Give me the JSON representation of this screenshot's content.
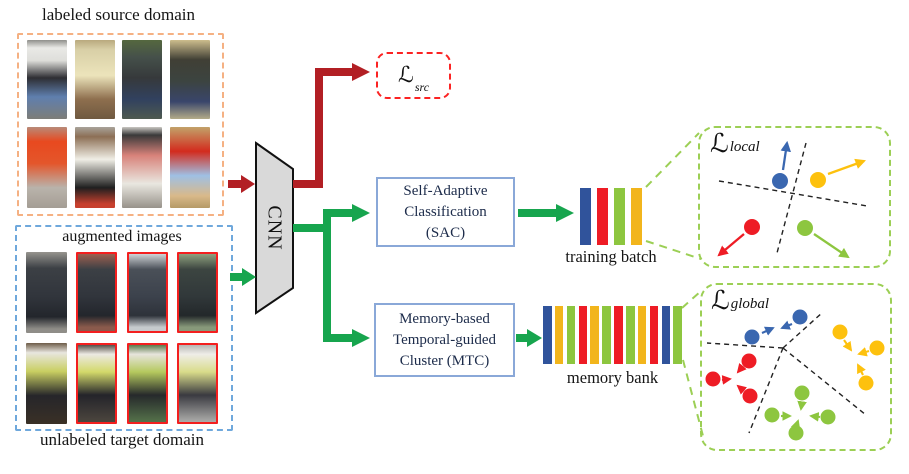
{
  "panels": {
    "source": {
      "title": "labeled source domain"
    },
    "target": {
      "inner_title": "augmented images",
      "caption": "unlabeled target domain"
    }
  },
  "cnn_label": "CNN",
  "losses": {
    "src": {
      "symbol": "ℒ",
      "sub": "src"
    },
    "local": {
      "symbol": "ℒ",
      "sub": "local"
    },
    "global": {
      "symbol": "ℒ",
      "sub": "global"
    }
  },
  "modules": {
    "sac": {
      "line1": "Self-Adaptive",
      "line2": "Classification",
      "line3": "(SAC)"
    },
    "mtc": {
      "line1": "Memory-based",
      "line2": "Temporal-guided",
      "line3": "Cluster (MTC)"
    }
  },
  "training_batch": {
    "label": "training batch",
    "colors": [
      "#30539b",
      "#ee1c25",
      "#8dc63f",
      "#f2b51c"
    ]
  },
  "memory_bank": {
    "label": "memory bank",
    "colors": [
      "#30539b",
      "#f2b51c",
      "#8dc63f",
      "#ee1c25",
      "#f2b51c",
      "#8dc63f",
      "#ee1c25",
      "#8dc63f",
      "#f2b51c",
      "#ee1c25",
      "#30539b",
      "#8dc63f"
    ]
  },
  "palette": {
    "arrow_red": "#b21f24",
    "arrow_green": "#17a54e",
    "loss_src_border": "#fb2323",
    "module_border": "#8aa8d8",
    "cluster_border": "#9ccf55",
    "callout_green": "#9ccf55",
    "boundary_black": "#222222",
    "dot_blue": "#3a67b0",
    "dot_yellow": "#fdc10e",
    "dot_red": "#ee1c25",
    "dot_green": "#8dc63f",
    "source_border": "#f5b183",
    "target_border": "#6fa8dc",
    "aug_border": "#f31f1f",
    "cnn_fill": "#d9d9d9"
  },
  "images": {
    "source": [
      "linear-gradient(180deg,#8f8f8b 0%,#e9e9e6 10%,#dededa 26%,#2e2e33 48%,#5f7fae 72%,#7d7d78 100%)",
      "linear-gradient(180deg,#b9a97e 0%,#d8cfa6 12%,#ece4bb 45%,#8e6f4e 75%,#6f5940 100%)",
      "linear-gradient(180deg,#55683f 0%,#45504a 22%,#36393b 48%,#31415f 75%,#4e5a50 100%)",
      "linear-gradient(180deg,#cdbd8d 0%,#403f35 25%,#3c4440 52%,#39456b 78%,#b3ab88 100%)",
      "linear-gradient(180deg,#b98a78 0%,#e8491f 18%,#e4562b 45%,#b9b3ab 75%,#a49d94 100%)",
      "linear-gradient(180deg,#a8a39a 0%,#8c6f55 12%,#f0eee6 40%,#1f1f1f 75%,#c7402e 95%)",
      "linear-gradient(180deg,#c9c7c2 0%,#3a3a3a 10%,#d8827a 35%,#e9e7e0 70%,#97928a 100%)",
      "linear-gradient(180deg,#c2a269 0%,#d32b1d 30%,#9fc0e4 60%,#d9b98a 85%,#b59a66 100%)"
    ],
    "target": [
      "linear-gradient(180deg,#96948e 0%,#3c4045 20%,#31353c 55%,#23262c 80%,#8f8d88 95%)",
      "linear-gradient(180deg,#9c6050 0%,#3c4045 20%,#31353c 55%,#23262c 80%,#8a5a4c 95%)",
      "linear-gradient(180deg,#cfd3d6 0%,#4a5058 20%,#3c424c 55%,#2e323a 80%,#c6cacd 95%)",
      "linear-gradient(180deg,#8fa07e 0%,#3c4541 20%,#31383a 55%,#23282a 80%,#87997a 95%)",
      "linear-gradient(180deg,#6d5c49 0%,#e8e6df 12%,#c9cf62 35%,#26262a 65%,#3a3026 100%)",
      "linear-gradient(180deg,#565049 0%,#ece9e2 12%,#d3d96a 35%,#24242a 65%,#4c463e 100%)",
      "linear-gradient(180deg,#5c7a4b 0%,#e6e4dc 12%,#b5c95e 35%,#26292b 65%,#55724a 100%)",
      "linear-gradient(180deg,#b6b6b4 0%,#efede8 12%,#d9dc8a 35%,#3a3a40 65%,#adadab 100%)"
    ]
  }
}
